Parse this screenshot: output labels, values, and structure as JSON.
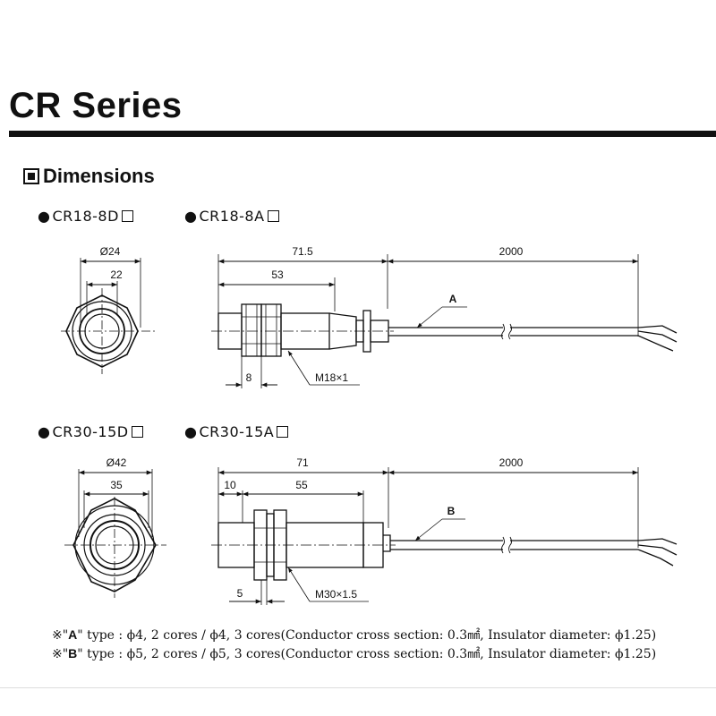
{
  "header": {
    "title": "CR Series"
  },
  "section": {
    "title": "Dimensions"
  },
  "models": [
    {
      "bullet": "●",
      "name": "CR18-8D"
    },
    {
      "bullet": "●",
      "name": "CR18-8A"
    },
    {
      "bullet": "●",
      "name": "CR30-15D"
    },
    {
      "bullet": "●",
      "name": "CR30-15A"
    }
  ],
  "cr18": {
    "front_outer": "Ø24",
    "front_inner": "22",
    "total_length": "71.5",
    "cable_length": "2000",
    "body_length": "53",
    "nut_width": "8",
    "thread": "M18×1",
    "cable_label": "A"
  },
  "cr30": {
    "front_outer": "Ø42",
    "front_inner": "35",
    "total_length": "71",
    "cable_length": "2000",
    "front_offset": "10",
    "body_length": "55",
    "nut_width": "5",
    "thread": "M30×1.5",
    "cable_label": "B"
  },
  "notes": [
    {
      "mark": "※\"",
      "type": "A",
      "text": "\" type : ϕ4, 2 cores / ϕ4, 3 cores(Conductor cross section: 0.3㎟, Insulator diameter: ϕ1.25)"
    },
    {
      "mark": "※\"",
      "type": "B",
      "text": "\" type : ϕ5, 2 cores / ϕ5, 3 cores(Conductor cross section: 0.3㎟, Insulator diameter: ϕ1.25)"
    }
  ]
}
